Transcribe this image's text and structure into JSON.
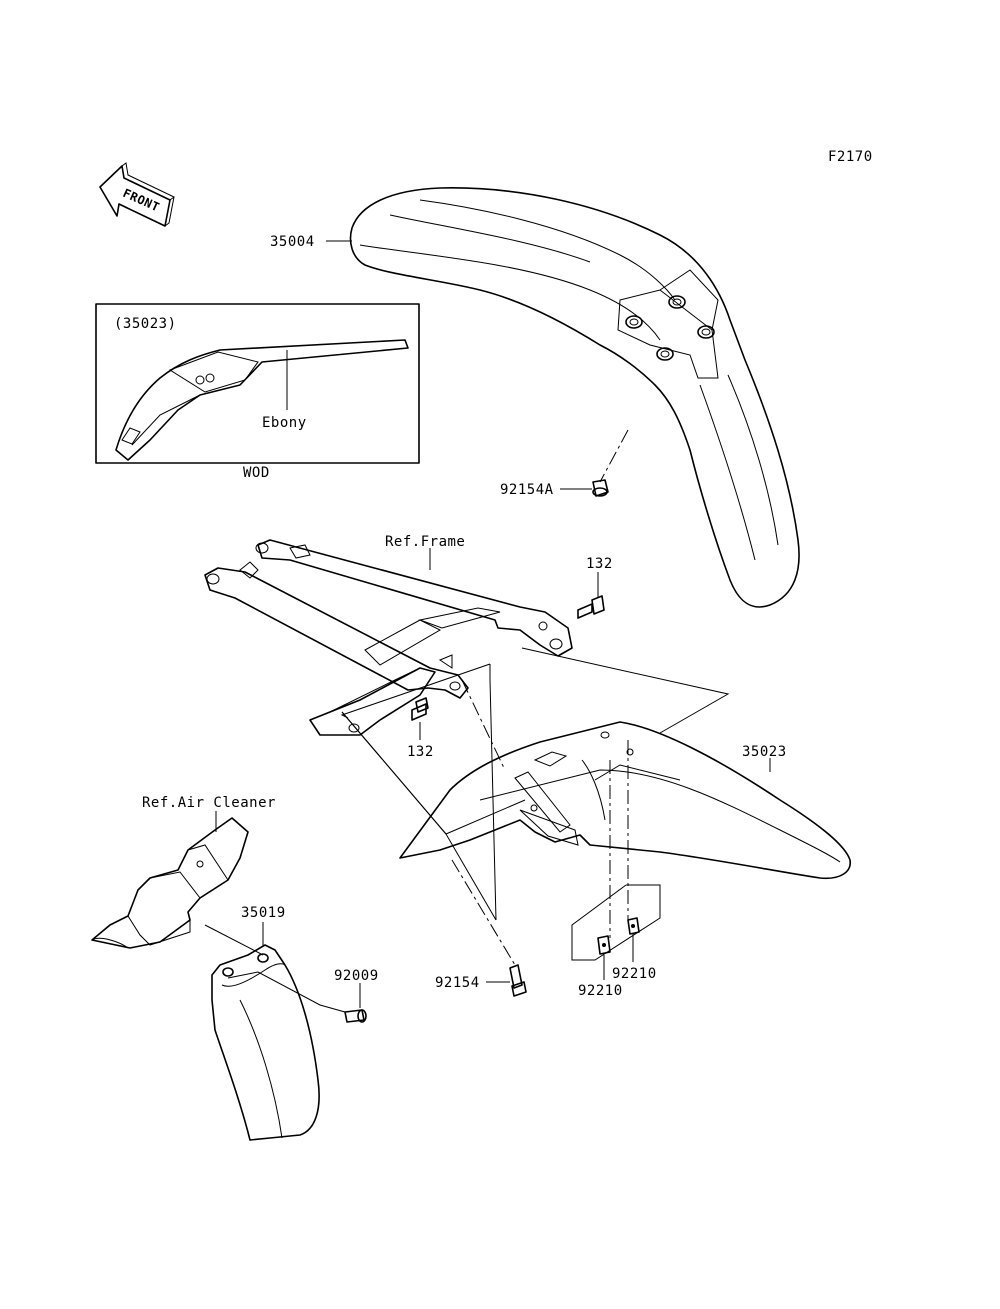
{
  "figure_code": "F2170",
  "front_arrow_text": "FRONT",
  "inset": {
    "part_ref": "(35023)",
    "color_label": "Ebony",
    "caption": "WOD"
  },
  "labels": {
    "front_fender": "35004",
    "fender_screw": "92154A",
    "frame_ref": "Ref.Frame",
    "bolt_upper": "132",
    "bolt_lower": "132",
    "rear_fender": "35023",
    "air_cleaner_ref": "Ref.Air Cleaner",
    "mud_flap": "35019",
    "flap_screw": "92009",
    "rear_bolt": "92154",
    "nut_right": "92210",
    "nut_left": "92210"
  }
}
